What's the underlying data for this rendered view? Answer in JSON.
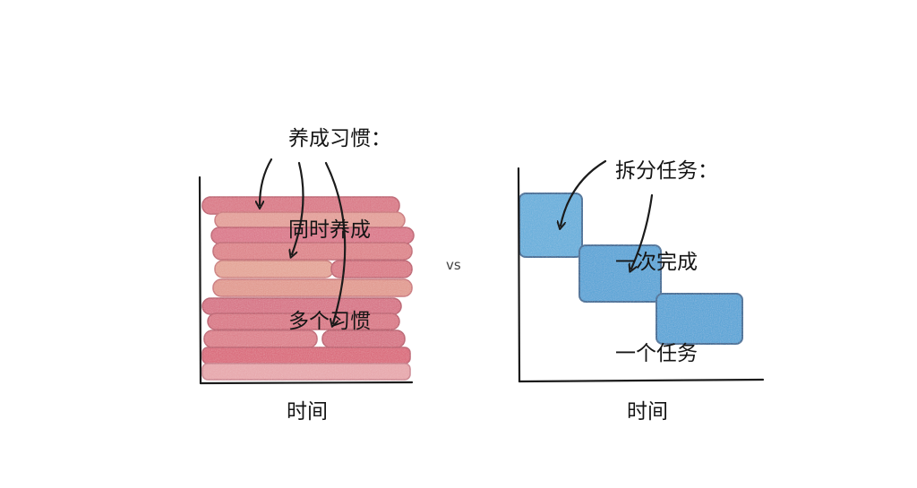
{
  "left_panel": {
    "annotation_lines": [
      "养成习惯：",
      "同时养成",
      "多个习惯"
    ],
    "x_axis_label": "时间",
    "bar_color": "#d96f83"
  },
  "right_panel": {
    "annotation_lines": [
      "拆分任务：",
      "一次完成",
      "一个任务"
    ],
    "x_axis_label": "时间",
    "block_color": "#4a9fd4"
  },
  "separator": "vs"
}
